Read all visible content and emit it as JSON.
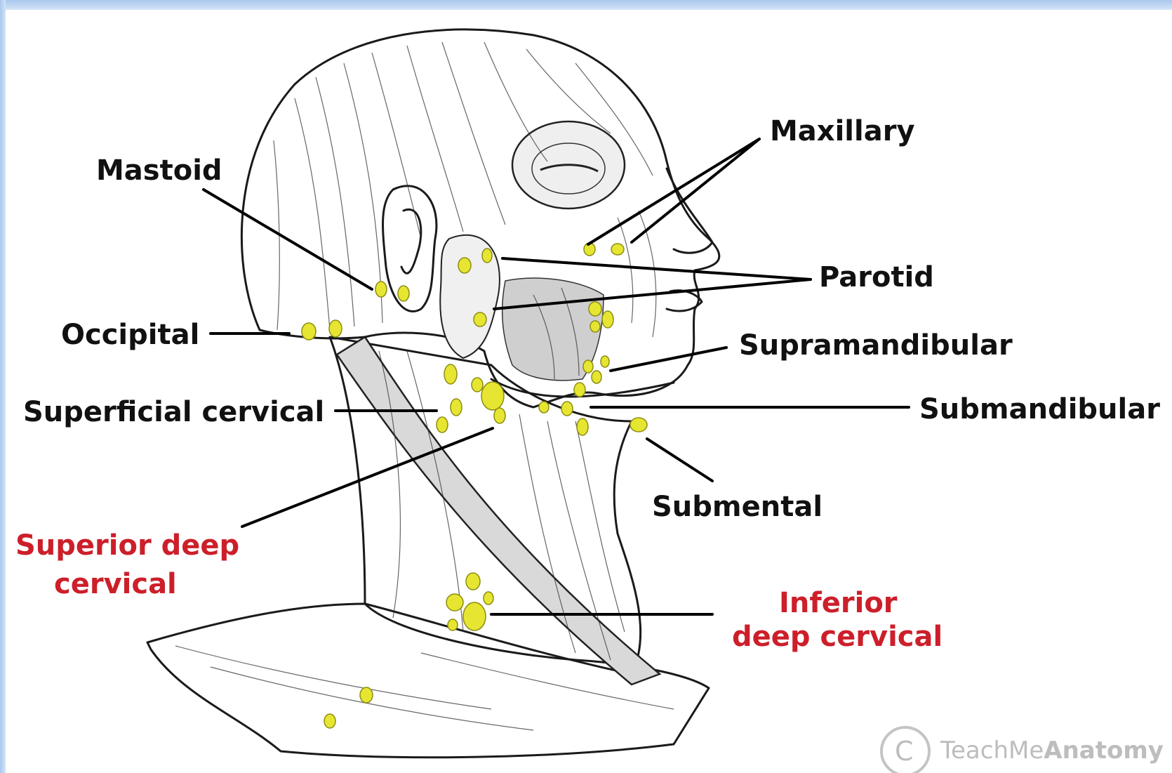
{
  "labels": {
    "maxillary": "Maxillary",
    "mastoid": "Mastoid",
    "parotid": "Parotid",
    "occipital": "Occipital",
    "supramandibular": "Supramandibular",
    "superficial_cervical": "Superficial cervical",
    "submandibular": "Submandibular",
    "submental": "Submental",
    "superior_deep_line1": "Superior deep",
    "superior_deep_line2": "cervical",
    "inferior_deep_line1": "Inferior",
    "inferior_deep_line2": "deep cervical"
  },
  "watermark": {
    "symbol": "C",
    "brand_light": "TeachMe",
    "brand_bold": "Anatomy"
  },
  "colors": {
    "label_black": "#111111",
    "label_red": "#cc1f2a",
    "lymph_node": "#e6e632",
    "frame_blue": "#c9dcf3"
  },
  "icons": {
    "illustration": "head-neck-lymph-nodes-illustration",
    "watermark": "copyright-circle-icon"
  }
}
